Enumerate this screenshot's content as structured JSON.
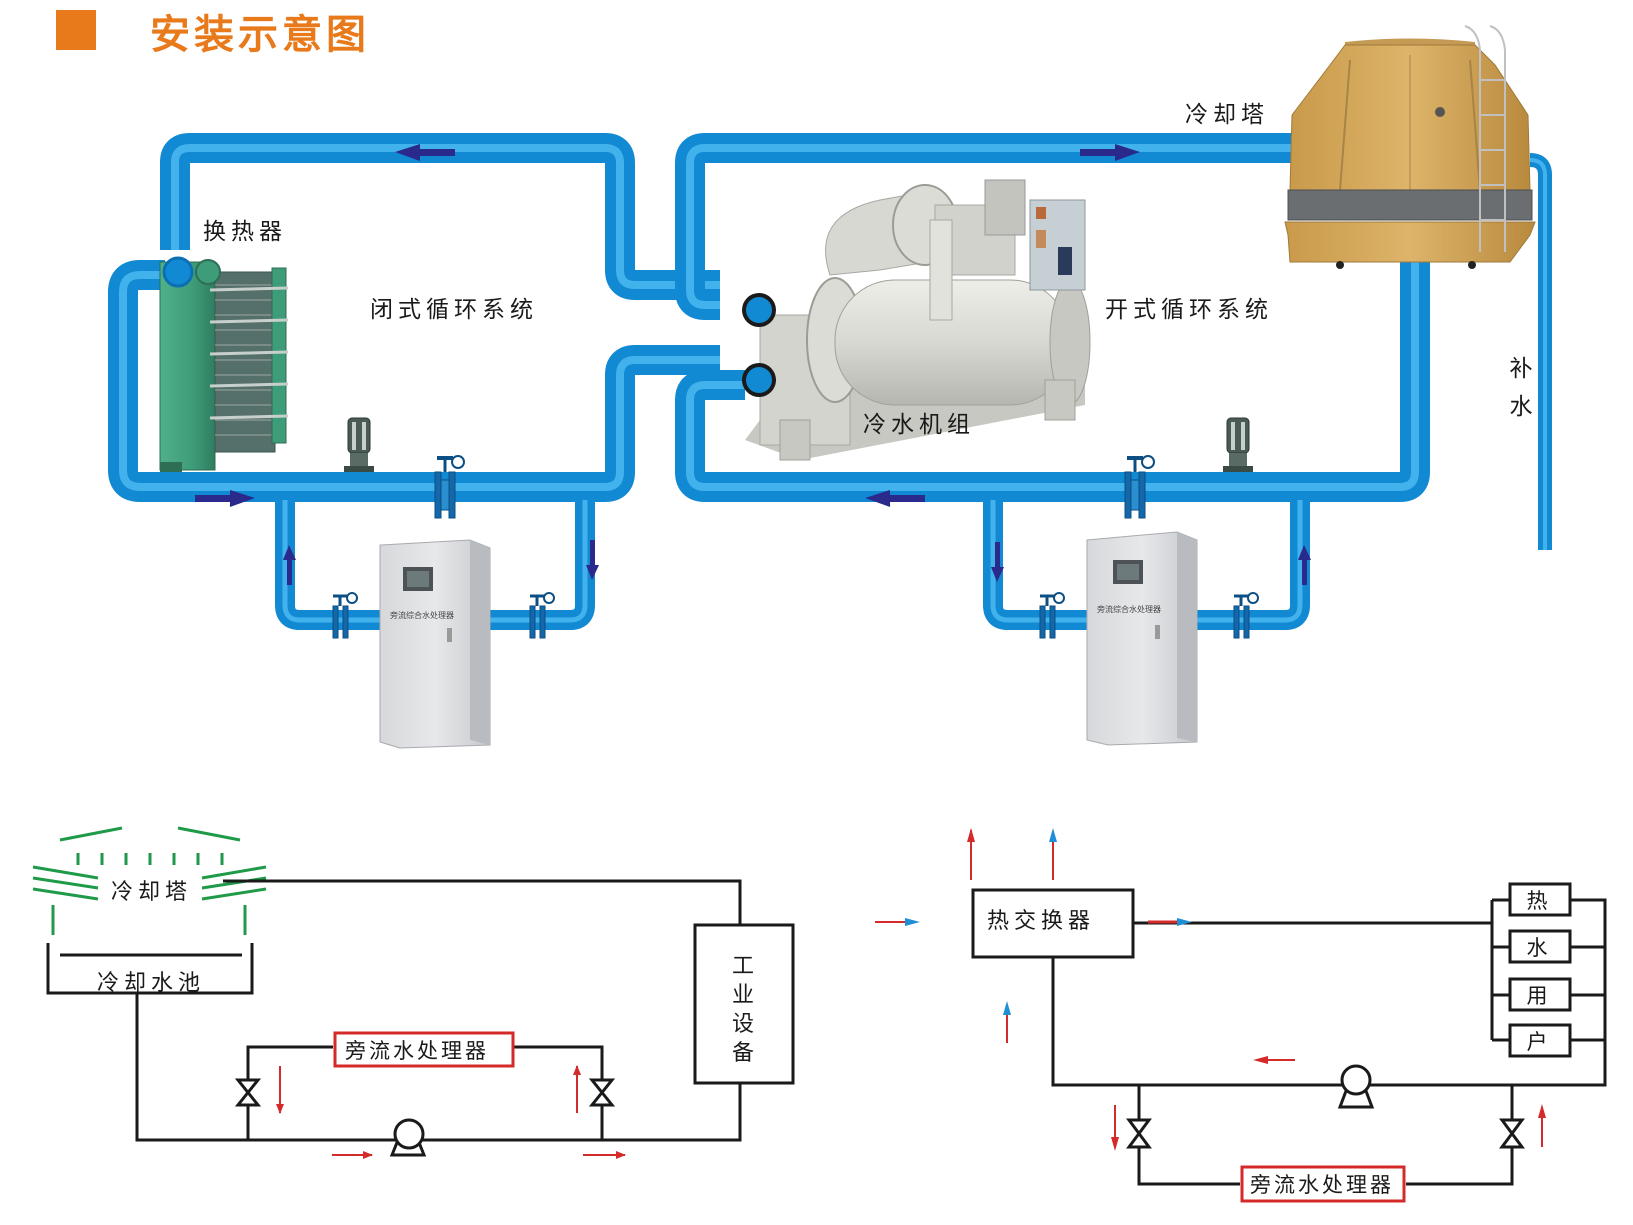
{
  "header": {
    "title": "安装示意图",
    "accent_color": "#e87a1c"
  },
  "top_diagram": {
    "pipe_color": "#1e9be0",
    "arrow_color": "#2a2a8c",
    "labels": {
      "heat_exchanger": "换热器",
      "closed_loop": "闭式循环系统",
      "chiller": "冷水机组",
      "open_loop": "开式循环系统",
      "cooling_tower": "冷却塔",
      "makeup_water": [
        "补",
        "水"
      ]
    },
    "cabinet_left_caption": "旁流综合水处理器",
    "cabinet_right_caption": "旁流综合水处理器"
  },
  "bottom_left_diagram": {
    "cooling_tower": "冷却塔",
    "cooling_pool": "冷却水池",
    "bypass_treater": "旁流水处理器",
    "industrial_equipment": [
      "工",
      "业",
      "设",
      "备"
    ],
    "line_color": "#1a1a1a",
    "tower_color": "#1f9a48",
    "arrow_color": "#d42a2a",
    "box_color": "#d42a2a"
  },
  "bottom_right_diagram": {
    "heat_exchanger": "热交换器",
    "bypass_treater": "旁流水处理器",
    "users": [
      "热",
      "水",
      "用",
      "户"
    ],
    "hot_arrow_color": "#d42a2a",
    "cold_arrow_color": "#1e8fd6"
  }
}
